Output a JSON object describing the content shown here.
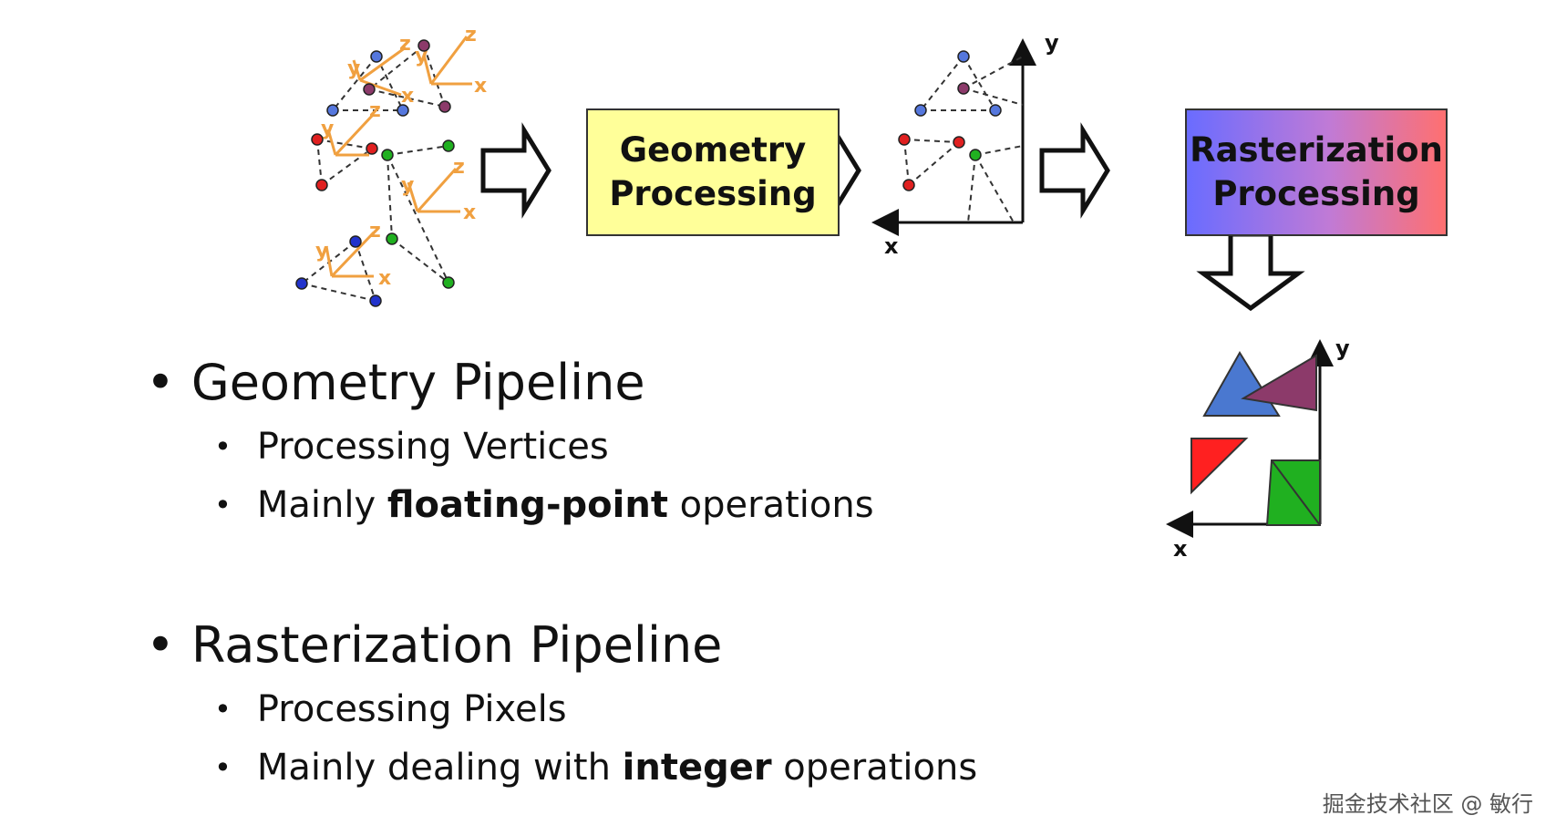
{
  "pipeline": {
    "geometry_box_lines": [
      "Geometry",
      "Processing"
    ],
    "rasterization_box_lines": [
      "Rasterization",
      "Processing"
    ]
  },
  "axes": {
    "x_label": "x",
    "y_label": "y",
    "z_label": "z"
  },
  "geometry_pipeline": {
    "title": "Geometry Pipeline",
    "items": [
      {
        "text": "Processing Vertices"
      },
      {
        "pre": "Mainly ",
        "bold": "floating-point",
        "post": " operations"
      }
    ]
  },
  "rasterization_pipeline": {
    "title": "Rasterization Pipeline",
    "items": [
      {
        "text": "Processing Pixels"
      },
      {
        "pre": "Mainly dealing with ",
        "bold": "integer",
        "post": " operations"
      }
    ]
  },
  "bullet_symbol": "•",
  "watermark": "掘金技术社区 @ 敏行",
  "colors": {
    "geometry_box": "#ffff99",
    "raster_gradient": [
      "#6a6cff",
      "#c07ad6",
      "#ff7070"
    ],
    "axis_orange": "#f0a040",
    "triangle_blue": "#4a78d0",
    "triangle_purple": "#8c3a6a",
    "triangle_red": "#ff2020",
    "triangle_green": "#20b020"
  }
}
